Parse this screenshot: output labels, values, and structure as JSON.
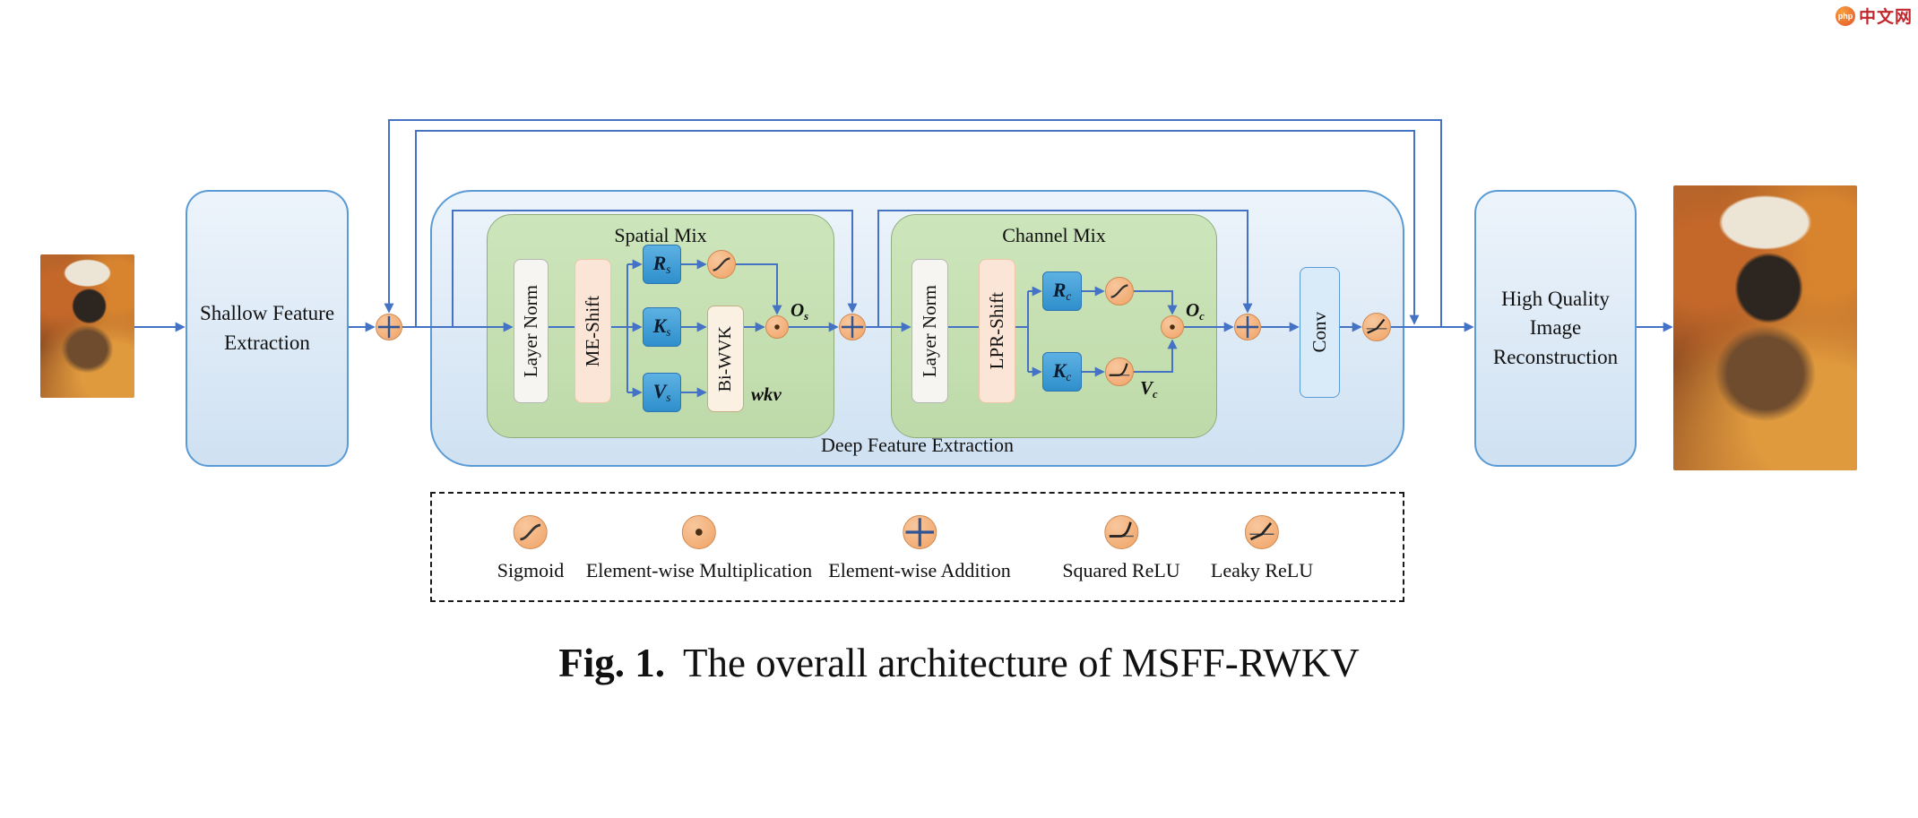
{
  "watermark": {
    "circle": "php",
    "text": "中文网"
  },
  "caption": {
    "label": "Fig. 1.",
    "text": "The overall architecture of MSFF-RWKV"
  },
  "diagram": {
    "blocks": {
      "shallow_line1": "Shallow Feature",
      "shallow_line2": "Extraction",
      "deep_label": "Deep Feature Extraction",
      "spatial_mix_label": "Spatial Mix",
      "channel_mix_label": "Channel Mix",
      "layer_norm_spatial": "Layer Norm",
      "me_shift": "ME-Shift",
      "bi_wvk": "Bi-WVK",
      "layer_norm_channel": "Layer Norm",
      "lpr_shift": "LPR-Shift",
      "conv": "Conv",
      "hq_line1": "High Quality",
      "hq_line2": "Image",
      "hq_line3": "Reconstruction"
    },
    "symbols": {
      "rs": {
        "base": "R",
        "sub": "s"
      },
      "ks": {
        "base": "K",
        "sub": "s"
      },
      "vs": {
        "base": "V",
        "sub": "s"
      },
      "rc": {
        "base": "R",
        "sub": "c"
      },
      "kc": {
        "base": "K",
        "sub": "c"
      },
      "os": {
        "base": "O",
        "sub": "s"
      },
      "oc": {
        "base": "O",
        "sub": "c"
      },
      "vc": {
        "base": "V",
        "sub": "c"
      },
      "wkv": "wkv"
    }
  },
  "legend": {
    "items": [
      {
        "icon": "sigmoid-icon",
        "label": "Sigmoid"
      },
      {
        "icon": "multiply-icon",
        "label": "Element-wise Multiplication"
      },
      {
        "icon": "add-icon",
        "label": "Element-wise Addition"
      },
      {
        "icon": "squared-relu-icon",
        "label": "Squared ReLU"
      },
      {
        "icon": "leaky-relu-icon",
        "label": "Leaky ReLU"
      }
    ]
  },
  "colors": {
    "connector_blue": "#4472C4",
    "box_border_blue": "#5B9BD5",
    "box_fill_blue": "#DCE9F6",
    "mix_green": "#C6E0B4",
    "shift_peach": "#FBE5D6",
    "node_blue": "#3D9BD6",
    "op_circle_orange": "#F4B183"
  }
}
